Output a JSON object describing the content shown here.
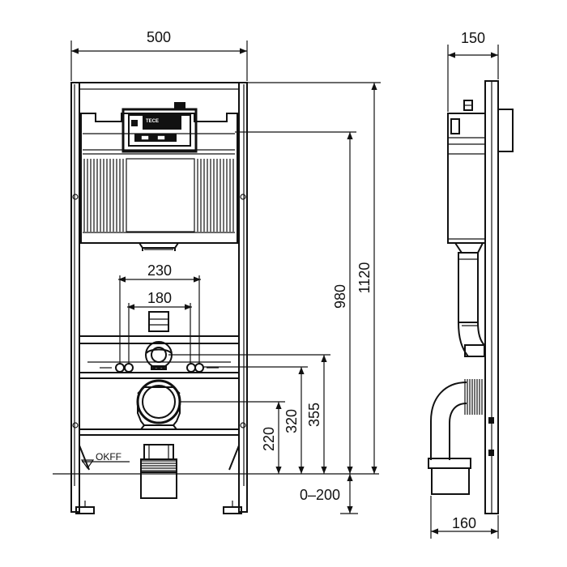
{
  "front_view": {
    "width_label": "500",
    "dim_230": "230",
    "dim_180": "180",
    "dim_980": "980",
    "dim_1120": "1120",
    "dim_355": "355",
    "dim_320": "320",
    "dim_220": "220",
    "dim_0_200": "0–200",
    "okff_label": "OKFF",
    "brand_label": "TECE"
  },
  "side_view": {
    "depth_label": "150",
    "bottom_label": "160"
  }
}
